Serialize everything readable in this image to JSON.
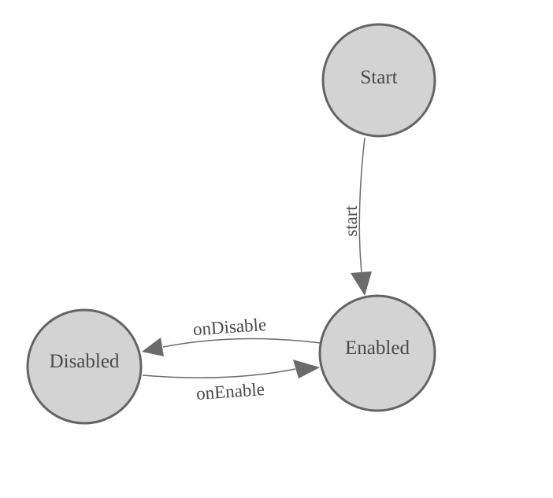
{
  "diagram": {
    "type": "state-machine",
    "nodes": [
      {
        "id": "start",
        "label": "Start"
      },
      {
        "id": "enabled",
        "label": "Enabled"
      },
      {
        "id": "disabled",
        "label": "Disabled"
      }
    ],
    "edges": [
      {
        "from": "Start",
        "to": "Enabled",
        "label": "start"
      },
      {
        "from": "Enabled",
        "to": "Disabled",
        "label": "onDisable"
      },
      {
        "from": "Disabled",
        "to": "Enabled",
        "label": "onEnable"
      }
    ]
  },
  "colors": {
    "node_fill": "#d3d3d3",
    "node_stroke": "#646464",
    "edge": "#6b6b6b",
    "label_text": "#4a4a4a",
    "background": "#ffffff"
  }
}
